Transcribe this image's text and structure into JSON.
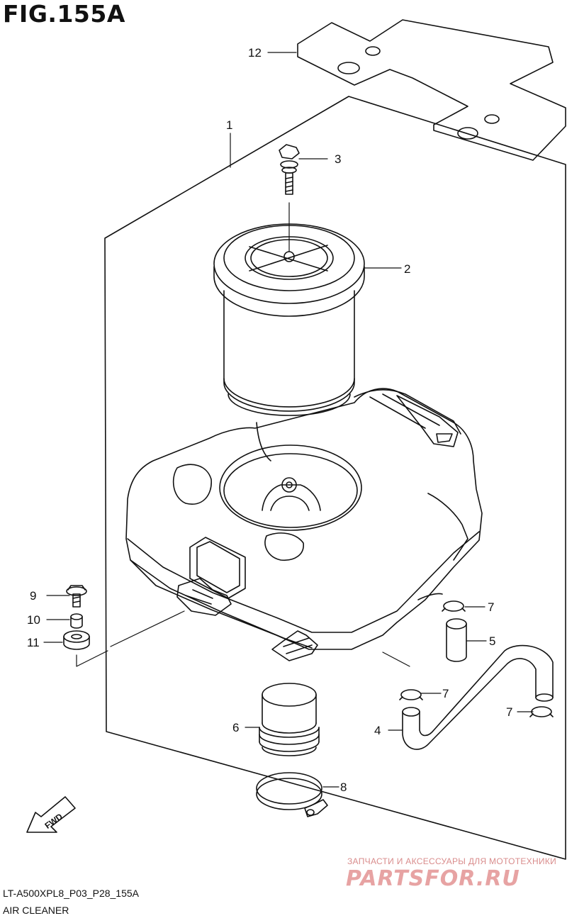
{
  "figure": {
    "title": "FIG.155A",
    "model_code": "LT-A500XPL8_P03_P28_155A",
    "caption": "AIR CLEANER"
  },
  "callouts": [
    {
      "id": "c12",
      "label": "12",
      "part": "seal"
    },
    {
      "id": "c1",
      "label": "1",
      "part": "air-cleaner-assembly"
    },
    {
      "id": "c3",
      "label": "3",
      "part": "wing-bolt"
    },
    {
      "id": "c2",
      "label": "2",
      "part": "filter-element"
    },
    {
      "id": "c9",
      "label": "9",
      "part": "bolt"
    },
    {
      "id": "c10",
      "label": "10",
      "part": "collar"
    },
    {
      "id": "c11",
      "label": "11",
      "part": "cushion"
    },
    {
      "id": "c7a",
      "label": "7",
      "part": "clamp"
    },
    {
      "id": "c5",
      "label": "5",
      "part": "drain-hose"
    },
    {
      "id": "c7b",
      "label": "7",
      "part": "clamp"
    },
    {
      "id": "c7c",
      "label": "7",
      "part": "clamp"
    },
    {
      "id": "c6",
      "label": "6",
      "part": "outlet-tube"
    },
    {
      "id": "c4",
      "label": "4",
      "part": "breather-hose"
    },
    {
      "id": "c8",
      "label": "8",
      "part": "tube-clamp"
    }
  ],
  "fwd_arrow": {
    "label": "FWD"
  },
  "watermark": {
    "tagline": "ЗАПЧАСТИ И АКСЕССУАРЫ ДЛЯ МОТОТЕХНИКИ",
    "brand": "PARTSFOR.RU"
  }
}
